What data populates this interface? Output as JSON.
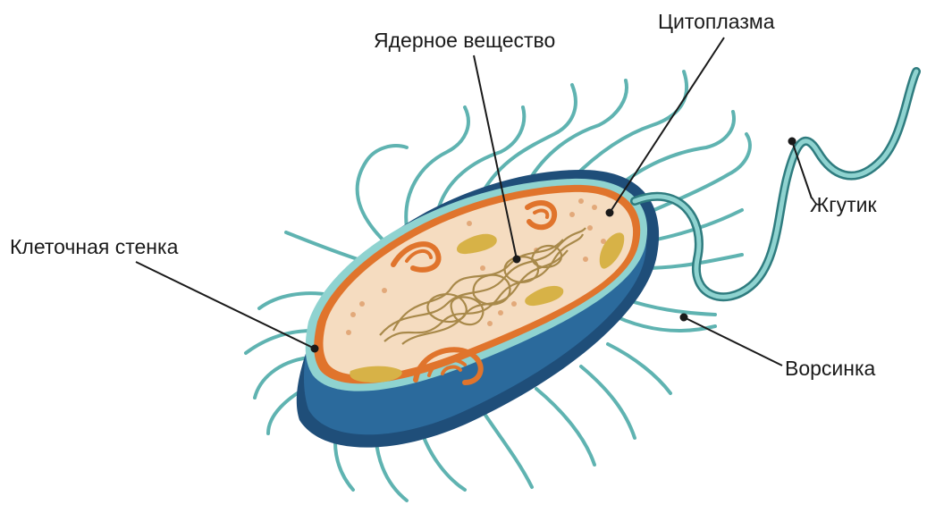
{
  "diagram": {
    "labels": {
      "nucleoid": "Ядерное вещество",
      "cytoplasm": "Цитоплазма",
      "cell_wall": "Клеточная стенка",
      "flagellum": "Жгутик",
      "pilus": "Ворсинка"
    },
    "colors": {
      "capsule_dark": "#1f4e79",
      "capsule_light": "#8fd3d0",
      "wall": "#e0742c",
      "cytoplasm": "#f5dcc0",
      "nucleoid": "#a8894a",
      "granule": "#d7b247",
      "pili": "#4fa7a6"
    }
  }
}
